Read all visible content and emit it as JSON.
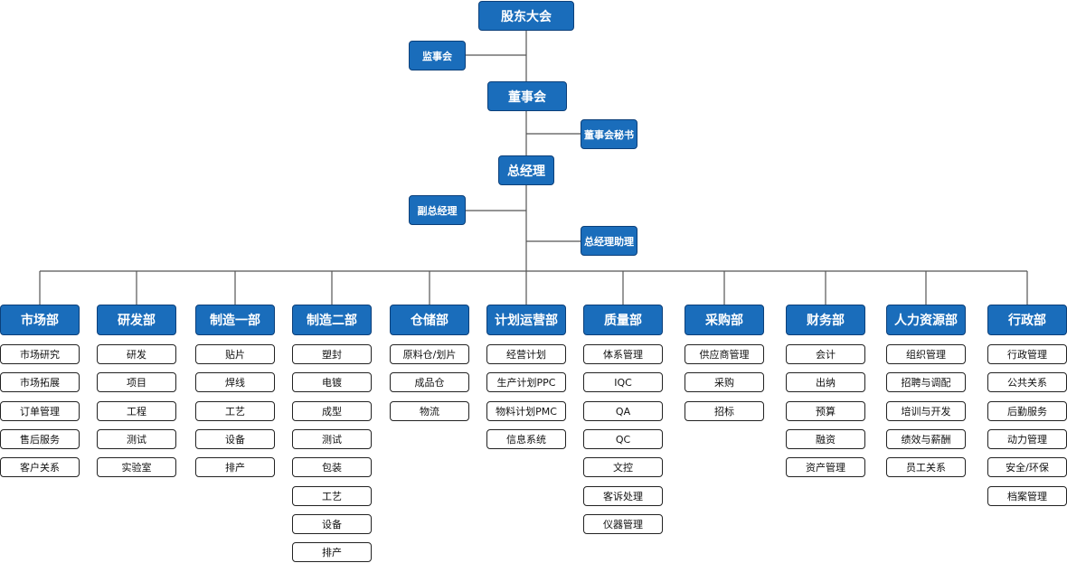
{
  "top": {
    "shareholders": "股东大会",
    "supervisory": "监事会",
    "board": "董事会",
    "board_secretary": "董事会秘书",
    "general_manager": "总经理",
    "deputy_gm": "副总经理",
    "gm_assistant": "总经理助理"
  },
  "colors": {
    "node_fill": "#1a6dbb",
    "node_border": "#0b3f7a",
    "line": "#555555"
  },
  "departments": [
    {
      "name": "市场部",
      "items": [
        "市场研究",
        "市场拓展",
        "订单管理",
        "售后服务",
        "客户关系"
      ]
    },
    {
      "name": "研发部",
      "items": [
        "研发",
        "项目",
        "工程",
        "测试",
        "实验室"
      ]
    },
    {
      "name": "制造一部",
      "items": [
        "贴片",
        "焊线",
        "工艺",
        "设备",
        "排产"
      ]
    },
    {
      "name": "制造二部",
      "items": [
        "塑封",
        "电镀",
        "成型",
        "测试",
        "包装",
        "工艺",
        "设备",
        "排产"
      ]
    },
    {
      "name": "仓储部",
      "items": [
        "原料仓/划片",
        "成品仓",
        "物流"
      ]
    },
    {
      "name": "计划运营部",
      "items": [
        "经营计划",
        "生产计划PPC",
        "物料计划PMC",
        "信息系统"
      ]
    },
    {
      "name": "质量部",
      "items": [
        "体系管理",
        "IQC",
        "QA",
        "QC",
        "文控",
        "客诉处理",
        "仪器管理"
      ]
    },
    {
      "name": "采购部",
      "items": [
        "供应商管理",
        "采购",
        "招标"
      ]
    },
    {
      "name": "财务部",
      "items": [
        "会计",
        "出纳",
        "预算",
        "融资",
        "资产管理"
      ]
    },
    {
      "name": "人力资源部",
      "items": [
        "组织管理",
        "招聘与调配",
        "培训与开发",
        "绩效与薪酬",
        "员工关系"
      ]
    },
    {
      "name": "行政部",
      "items": [
        "行政管理",
        "公共关系",
        "后勤服务",
        "动力管理",
        "安全/环保",
        "档案管理"
      ]
    }
  ]
}
